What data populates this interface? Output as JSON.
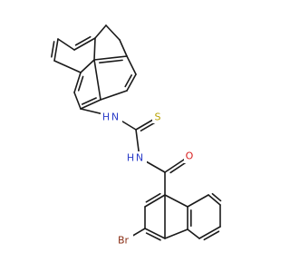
{
  "atoms": [
    {
      "id": "N1",
      "label": "N",
      "sub": "H",
      "sub_side": "left",
      "color": "#2a3cc8"
    },
    {
      "id": "N2",
      "label": "N",
      "sub": "H",
      "sub_side": "left",
      "color": "#2a3cc8"
    },
    {
      "id": "S",
      "label": "S",
      "color": "#b8a200"
    },
    {
      "id": "O",
      "label": "O",
      "color": "#d81f1f"
    },
    {
      "id": "Br",
      "label": "Br",
      "color": "#8a2f16"
    }
  ],
  "bond_color": "#1a1a1a"
}
